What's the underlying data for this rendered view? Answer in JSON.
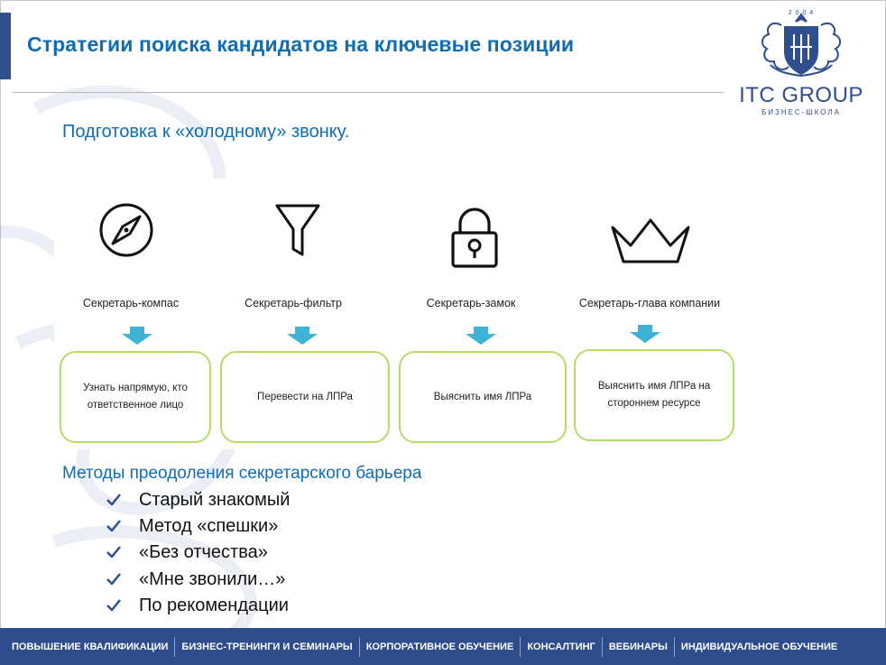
{
  "slide": {
    "title": "Стратегии поиска кандидатов на ключевые позиции",
    "subtitle": "Подготовка к «холодному» звонку."
  },
  "logo": {
    "name": "ITC GROUP",
    "sub": "БИЗНЕС-ШКОЛА",
    "year": "2 0 0 4",
    "color": "#2f4f8e"
  },
  "strategies": [
    {
      "icon": "compass-icon",
      "label": "Секретарь-компас",
      "action": "Узнать напрямую, кто ответственное лицо"
    },
    {
      "icon": "funnel-icon",
      "label": "Секретарь-фильтр",
      "action": "Перевести на ЛПРа"
    },
    {
      "icon": "lock-icon",
      "label": "Секретарь-замок",
      "action": "Выяснить имя ЛПРа"
    },
    {
      "icon": "crown-icon",
      "label": "Секретарь-глава компании",
      "action": "Выяснить имя ЛПРа на стороннем ресурсе"
    }
  ],
  "methods": {
    "title": "Методы преодоления секретарского барьера",
    "items": [
      "Старый знакомый",
      "Метод «спешки»",
      "«Без отчества»",
      "«Мне звонили…»",
      "По рекомендации"
    ]
  },
  "footer": {
    "items": [
      "ПОВЫШЕНИЕ КВАЛИФИКАЦИИ",
      "БИЗНЕС-ТРЕНИНГИ И СЕМИНАРЫ",
      "КОРПОРАТИВНОЕ ОБУЧЕНИЕ",
      "КОНСАЛТИНГ",
      "ВЕБИНАРЫ",
      "ИНДИВИДУАЛЬНОЕ ОБУЧЕНИЕ"
    ]
  },
  "colors": {
    "title": "#0f6db4",
    "accent_bar": "#2f4f8e",
    "footer_bg": "#2c4c8b",
    "card_border": "#b6dd6a",
    "arrow": "#3fb3d5"
  }
}
